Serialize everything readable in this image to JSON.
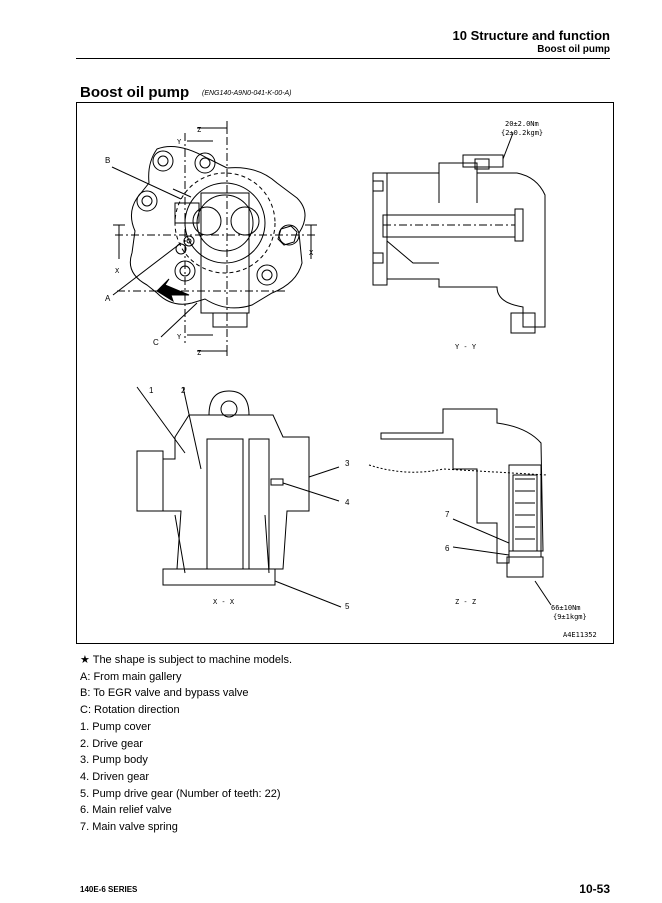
{
  "header": {
    "title": "10 Structure and function",
    "subtitle": "Boost oil pump"
  },
  "section": {
    "title": "Boost oil pump",
    "code": "(ENG140-A9N0-041-K-00-A)"
  },
  "figure": {
    "torque_top": [
      "20±2.0Nm",
      "{2±0.2kgm}"
    ],
    "torque_bottom": [
      "66±10Nm",
      "{9±1kgm}"
    ],
    "fig_id": "A4E11352",
    "view_yy": "Y - Y",
    "view_xx": "X - X",
    "view_zz": "Z - Z",
    "letters": {
      "z": "Z",
      "y": "Y",
      "x": "X",
      "a": "A",
      "b": "B",
      "c": "C"
    },
    "numbers": [
      "1",
      "2",
      "3",
      "4",
      "5",
      "6",
      "7"
    ]
  },
  "legend": {
    "note": "★ The shape is subject to machine models.",
    "items": [
      "A: From main gallery",
      "B: To EGR valve and bypass valve",
      "C: Rotation direction",
      "1. Pump cover",
      "2. Drive gear",
      "3. Pump body",
      "4. Driven gear",
      "5. Pump drive gear (Number of teeth: 22)",
      "6. Main relief valve",
      "7. Main valve spring"
    ]
  },
  "footer": {
    "series": "140E-6 SERIES",
    "page": "10-53"
  }
}
